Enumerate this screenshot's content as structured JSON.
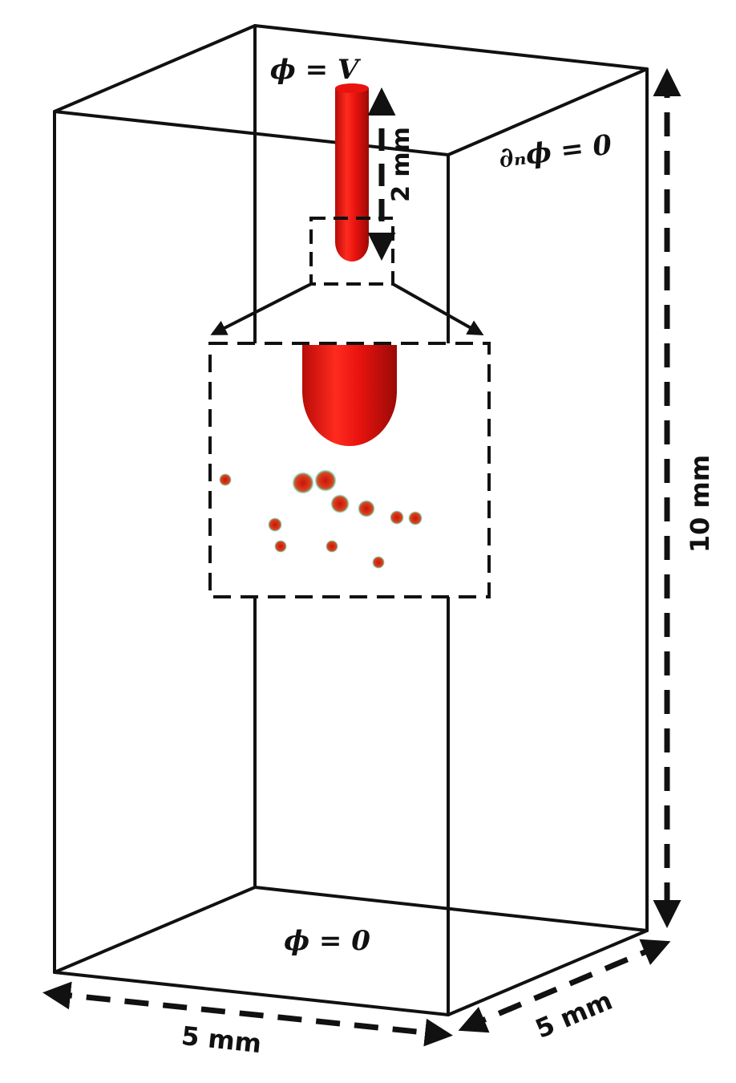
{
  "boundary_conditions": {
    "top_electrode": "ϕ = V",
    "side_walls": "∂ₙϕ = 0",
    "bottom": "ϕ = 0"
  },
  "dimensions": {
    "electrode_length": "2 mm",
    "height": "10 mm",
    "width": "5 mm",
    "depth": "5 mm"
  },
  "colors": {
    "electrode": "#e8130f",
    "bubble_core": "#d01a10",
    "bubble_rim": "#7fd9c8"
  },
  "bubbles": [
    {
      "size": "small"
    },
    {
      "size": "large"
    },
    {
      "size": "large"
    },
    {
      "size": "medium"
    },
    {
      "size": "medium"
    },
    {
      "size": "small"
    },
    {
      "size": "small"
    },
    {
      "size": "small"
    },
    {
      "size": "small"
    },
    {
      "size": "small"
    },
    {
      "size": "small"
    }
  ]
}
